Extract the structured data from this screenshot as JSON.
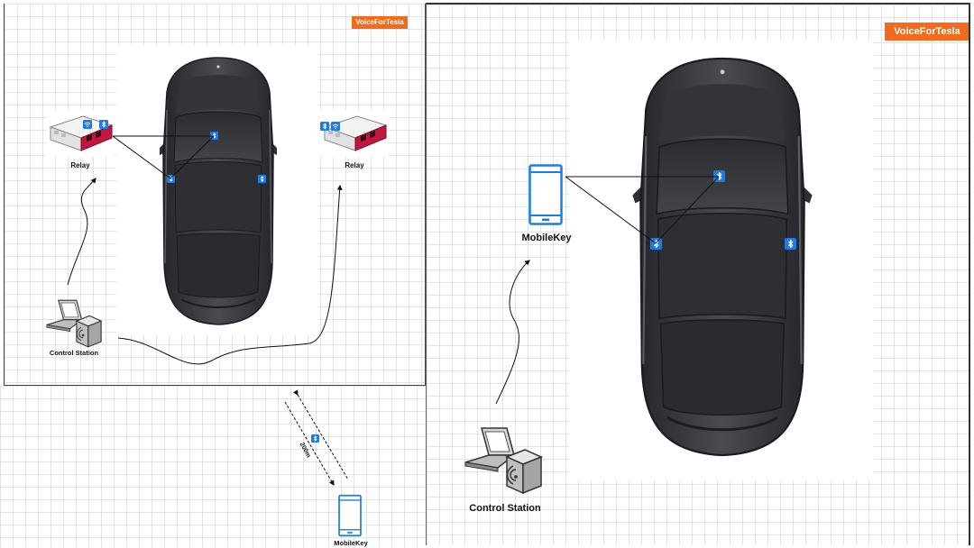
{
  "left_panel": {
    "brand_tag": "VoiceForTesla",
    "relay_left_label": "Relay",
    "relay_right_label": "Relay",
    "control_station_label": "Control Station"
  },
  "bottom_panel": {
    "distance_label": "200m",
    "mobilekey_label": "MobileKey"
  },
  "right_panel": {
    "brand_tag": "VoiceForTesla",
    "mobilekey_label": "MobileKey",
    "control_station_label": "Control Station"
  },
  "colors": {
    "brand_tag": "#f26b1d",
    "bluetooth_badge": "#1a7ce8",
    "car_body": "#3b3c40",
    "relay_red": "#c4173d"
  },
  "icons": [
    "bluetooth-icon",
    "wifi-icon",
    "laptop-icon",
    "phone-icon",
    "car-image",
    "relay-board-image"
  ]
}
